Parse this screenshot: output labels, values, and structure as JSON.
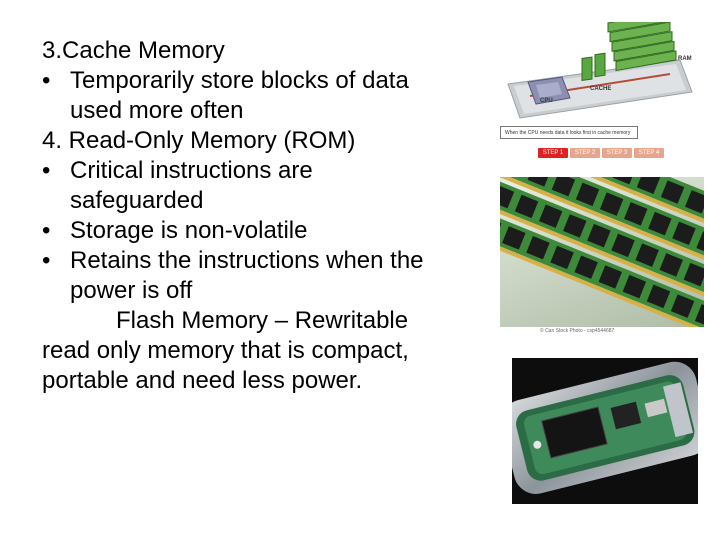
{
  "slide": {
    "lines": [
      {
        "text": "3.Cache Memory"
      },
      {
        "bullet": "•",
        "text": "Temporarily store blocks of data"
      },
      {
        "text": "used more often"
      },
      {
        "text": "4. Read-Only Memory (ROM)"
      },
      {
        "bullet": "•",
        "text": "Critical instructions are"
      },
      {
        "text": "safeguarded"
      },
      {
        "bullet": "•",
        "text": "Storage is non-volatile"
      },
      {
        "bullet": "•",
        "text": "Retains the instructions when the"
      },
      {
        "text": "power is off"
      },
      {
        "text": "Flash Memory – Rewritable"
      },
      {
        "text": "read only memory that is compact,"
      },
      {
        "text": "portable and need less power."
      }
    ]
  },
  "cache_diagram": {
    "ram_label": "RAM",
    "cpu_label": "CPU",
    "cache_label": "CACHE",
    "caption": "When the CPU needs data it looks first in cache memory",
    "steps": [
      "STEP 1",
      "STEP 2",
      "STEP 3",
      "STEP 4"
    ],
    "colors": {
      "active_step": "#dd2222",
      "inactive_step": "#e8a58e",
      "module_green": "#5aa640"
    }
  },
  "ram_photo": {
    "credit": "© Can Stock Photo - csp4544687"
  },
  "flash_photo": {}
}
